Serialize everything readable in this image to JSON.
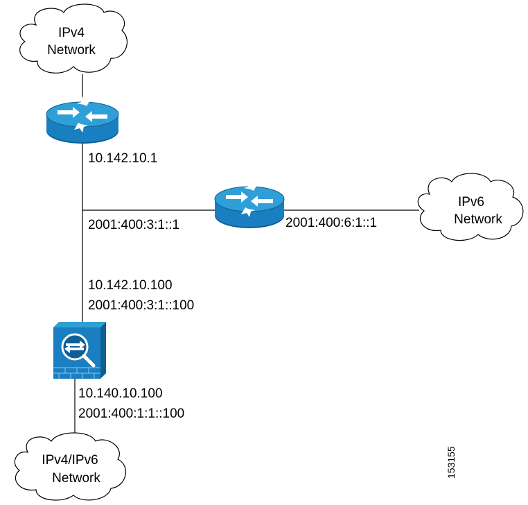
{
  "clouds": {
    "ipv4": {
      "line1": "IPv4",
      "line2": "Network"
    },
    "ipv6": {
      "line1": "IPv6",
      "line2": "Network"
    },
    "dual": {
      "line1": "IPv4/IPv6",
      "line2": "Network"
    }
  },
  "labels": {
    "router1_addr": "10.142.10.1",
    "router2_left_addr": "2001:400:3:1::1",
    "router2_right_addr": "2001:400:6:1::1",
    "asa_outside_ipv4": "10.142.10.100",
    "asa_outside_ipv6": "2001:400:3:1::100",
    "asa_inside_ipv4": "10.140.10.100",
    "asa_inside_ipv6": "2001:400:1:1::100"
  },
  "figure_id": "153155",
  "icons": {
    "router1": "router-icon",
    "router2": "router-icon",
    "asa": "security-appliance-icon"
  },
  "colors": {
    "device_fill": "#1a7fc1",
    "device_top": "#2f9fd8",
    "device_dark": "#0e5f95",
    "line": "#000000"
  }
}
